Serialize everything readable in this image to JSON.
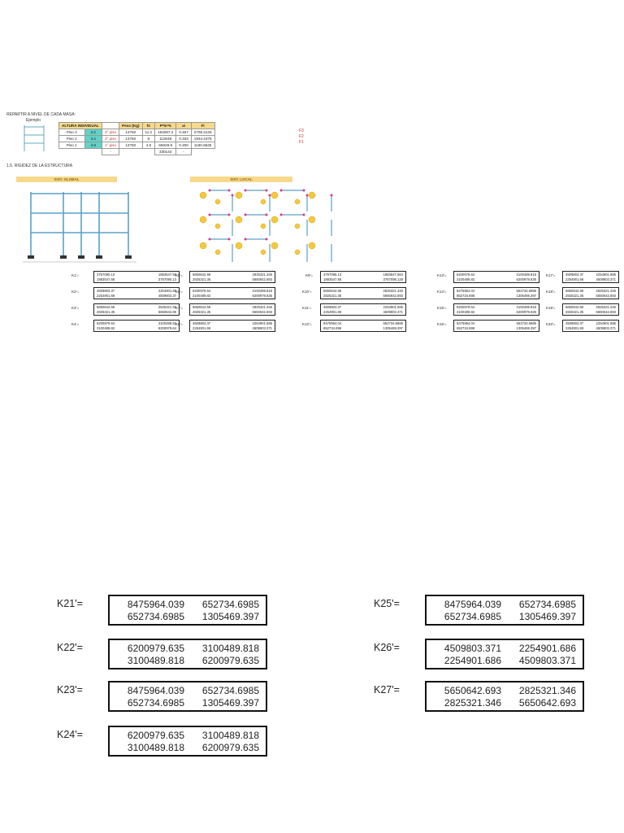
{
  "section_title": "REPARTIR A NIVEL DE CADA MASA:",
  "sub_label": "Ejemplo",
  "section2_title": "1.5. RIGIDEZ DE LA ESTRUCTURA",
  "band_global": "SIST. GLOBAL",
  "band_local": "SIST. LOCAL",
  "mass_table": {
    "headers": [
      "ALTURA INDIVIDUAL",
      "",
      "",
      "Peso (Kg)",
      "hi",
      "P*hi^k",
      "ai",
      "Fi"
    ],
    "rows": [
      [
        "Piso 3",
        "3.2",
        "3° piso",
        "13750",
        "11.2",
        "154087.2",
        "0.467",
        "2708.3125"
      ],
      [
        "Piso 2",
        "3.2",
        "2° piso",
        "13750",
        "8",
        "110048",
        "0.333",
        "1934.4375"
      ],
      [
        "Piso 1",
        "4.8",
        "1° piso",
        "13750",
        "4.8",
        "66028.8",
        "0.200",
        "1160.6625"
      ],
      [
        "",
        "",
        "-",
        "",
        "",
        "330144",
        "-",
        ""
      ]
    ],
    "force_labels": [
      "F3",
      "F2",
      "F1"
    ]
  },
  "small_matrices": [
    {
      "label": "K1'=",
      "r1": [
        "3767090.13",
        "1883547.58"
      ],
      "r2": [
        "1883547.58",
        "3767090.13"
      ]
    },
    {
      "label": "K2'=",
      "r1": [
        "4509803.37",
        "2254901.69"
      ],
      "r2": [
        "2254901.69",
        "4509803.37"
      ]
    },
    {
      "label": "K3'=",
      "r1": [
        "5650642.69",
        "2825321.35"
      ],
      "r2": [
        "2825321.35",
        "5650642.69"
      ]
    },
    {
      "label": "K4'=",
      "r1": [
        "6200979.64",
        "3100489.82"
      ],
      "r2": [
        "3100489.82",
        "6200979.64"
      ]
    },
    {
      "label": "K5'=",
      "r1": [
        "5650642.69",
        "2825321.346"
      ],
      "r2": [
        "2825321.35",
        "5650642.693"
      ]
    },
    {
      "label": "K6'=",
      "r1": [
        "6200979.64",
        "3100489.818"
      ],
      "r2": [
        "3100489.82",
        "6200979.635"
      ]
    },
    {
      "label": "K7'=",
      "r1": [
        "5650642.69",
        "2825321.346"
      ],
      "r2": [
        "2825321.35",
        "5650642.693"
      ]
    },
    {
      "label": "K8'=",
      "r1": [
        "4509803.37",
        "2254901.686"
      ],
      "r2": [
        "2254901.69",
        "4509803.371"
      ]
    },
    {
      "label": "K9'=",
      "r1": [
        "3767095.13",
        "1883547.564"
      ],
      "r2": [
        "1883547.56",
        "3767095.128"
      ]
    },
    {
      "label": "K10'=",
      "r1": [
        "5650642.69",
        "2825321.346"
      ],
      "r2": [
        "2825321.35",
        "5650642.693"
      ]
    },
    {
      "label": "K11'=",
      "r1": [
        "4509803.37",
        "2254901.686"
      ],
      "r2": [
        "2254901.69",
        "4509803.371"
      ]
    },
    {
      "label": "K12'=",
      "r1": [
        "8475964.04",
        "652734.6985"
      ],
      "r2": [
        "652734.698",
        "1305469.397"
      ]
    },
    {
      "label": "K13'=",
      "r1": [
        "6200979.64",
        "3100489.818"
      ],
      "r2": [
        "3100489.82",
        "6200979.635"
      ]
    },
    {
      "label": "K14'=",
      "r1": [
        "8475964.04",
        "652734.6985"
      ],
      "r2": [
        "652734.698",
        "1305469.397"
      ]
    },
    {
      "label": "K15'=",
      "r1": [
        "6200979.64",
        "3100489.818"
      ],
      "r2": [
        "3100489.82",
        "6200979.635"
      ]
    },
    {
      "label": "K16'=",
      "r1": [
        "8475964.04",
        "652734.6985"
      ],
      "r2": [
        "652734.698",
        "1305469.397"
      ]
    },
    {
      "label": "K17'=",
      "r1": [
        "4509803.37",
        "2254901.686"
      ],
      "r2": [
        "2254901.69",
        "4509803.371"
      ]
    },
    {
      "label": "K18'=",
      "r1": [
        "5650642.69",
        "2825321.346"
      ],
      "r2": [
        "2825321.35",
        "5650642.693"
      ]
    },
    {
      "label": "K19'=",
      "r1": [
        "5650642.69",
        "2825321.346"
      ],
      "r2": [
        "2825321.35",
        "5650642.693"
      ]
    },
    {
      "label": "K20'=",
      "r1": [
        "4509803.37",
        "2254901.686"
      ],
      "r2": [
        "2254901.69",
        "4509803.371"
      ]
    }
  ],
  "large_matrices": [
    {
      "label": "K21'=",
      "r1": [
        "8475964.039",
        "652734.6985"
      ],
      "r2": [
        "652734.6985",
        "1305469.397"
      ]
    },
    {
      "label": "K22'=",
      "r1": [
        "6200979.635",
        "3100489.818"
      ],
      "r2": [
        "3100489.818",
        "6200979.635"
      ]
    },
    {
      "label": "K23'=",
      "r1": [
        "8475964.039",
        "652734.6985"
      ],
      "r2": [
        "652734.6985",
        "1305469.397"
      ]
    },
    {
      "label": "K24'=",
      "r1": [
        "6200979.635",
        "3100489.818"
      ],
      "r2": [
        "3100489.818",
        "6200979.635"
      ]
    },
    {
      "label": "K25'=",
      "r1": [
        "8475964.039",
        "652734.6985"
      ],
      "r2": [
        "652734.6985",
        "1305469.397"
      ]
    },
    {
      "label": "K26'=",
      "r1": [
        "4509803.371",
        "2254901.686"
      ],
      "r2": [
        "2254901.686",
        "4509803.371"
      ]
    },
    {
      "label": "K27'=",
      "r1": [
        "5650642.693",
        "2825321.346"
      ],
      "r2": [
        "2825321.346",
        "5650642.693"
      ]
    }
  ]
}
